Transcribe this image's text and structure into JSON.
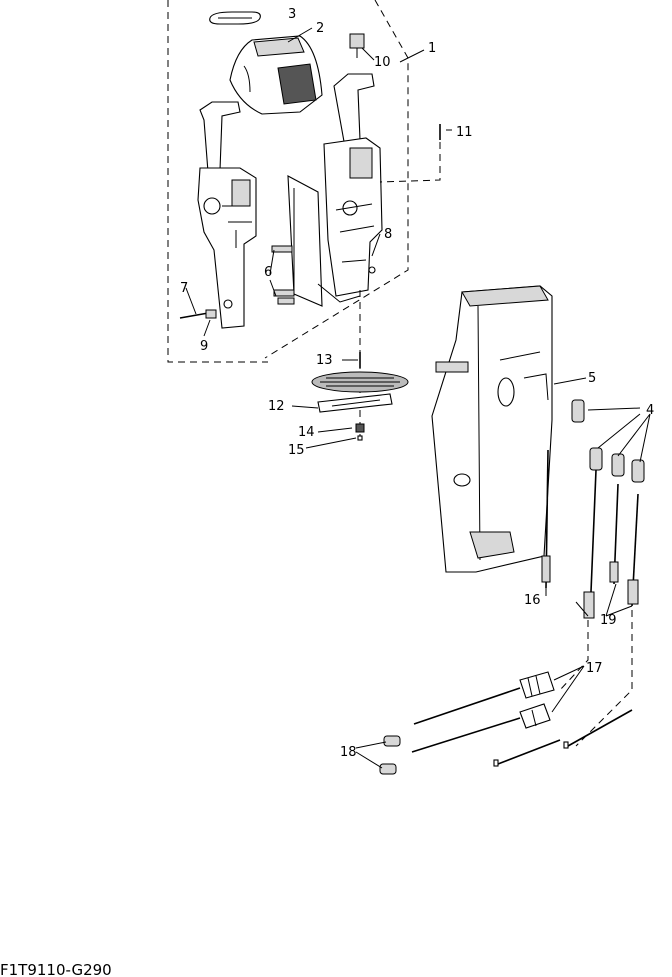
{
  "diagram": {
    "type": "exploded-parts-view",
    "drawing_code": "F1T9110-G290",
    "callouts": [
      {
        "id": "c1",
        "text": "1"
      },
      {
        "id": "c2",
        "text": "2"
      },
      {
        "id": "c3",
        "text": "3"
      },
      {
        "id": "c4",
        "text": "4"
      },
      {
        "id": "c5",
        "text": "5"
      },
      {
        "id": "c6",
        "text": "6"
      },
      {
        "id": "c7",
        "text": "7"
      },
      {
        "id": "c8",
        "text": "8"
      },
      {
        "id": "c9",
        "text": "9"
      },
      {
        "id": "c10",
        "text": "10"
      },
      {
        "id": "c11",
        "text": "11"
      },
      {
        "id": "c12",
        "text": "12"
      },
      {
        "id": "c13",
        "text": "13"
      },
      {
        "id": "c14",
        "text": "14"
      },
      {
        "id": "c15",
        "text": "15"
      },
      {
        "id": "c16",
        "text": "16"
      },
      {
        "id": "c17",
        "text": "17"
      },
      {
        "id": "c18",
        "text": "18"
      },
      {
        "id": "c19",
        "text": "19"
      }
    ]
  }
}
